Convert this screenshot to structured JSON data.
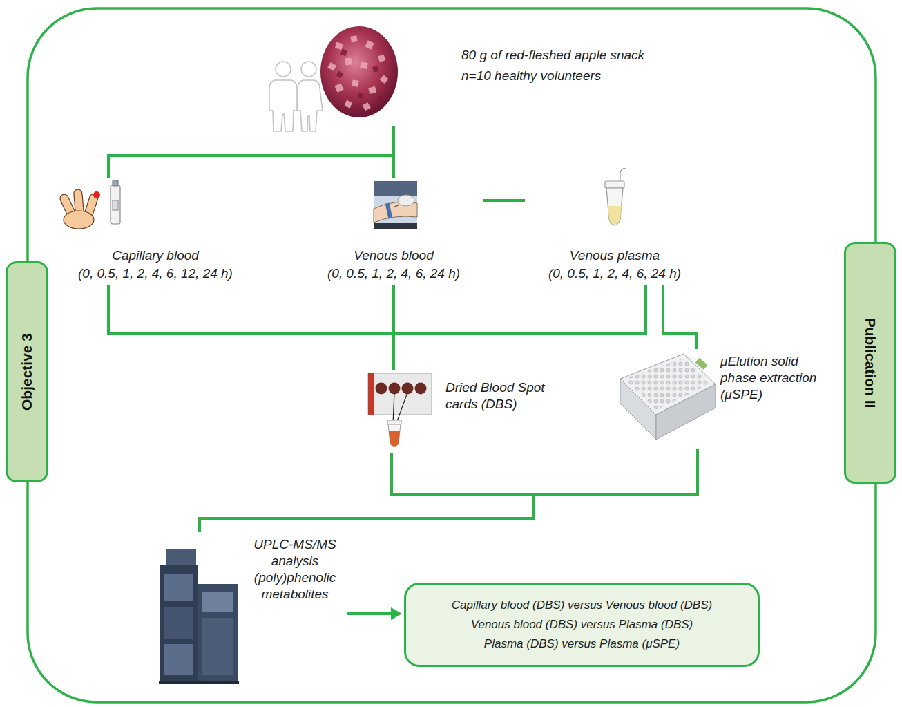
{
  "diagram": {
    "nodes": [
      {
        "text": [
          "Objective 3"
        ]
      },
      {
        "text": [
          "Publication II"
        ]
      },
      {
        "text": [
          "80 g of red-fleshed apple snack",
          "n=10 healthy volunteers"
        ]
      },
      {
        "text": [
          "Capillary blood",
          "(0, 0.5, 1, 2, 4, 6, 12, 24 h)"
        ]
      },
      {
        "text": [
          "Venous blood",
          "(0, 0.5, 1, 2, 4, 6, 24 h)"
        ]
      },
      {
        "text": [
          "Venous plasma",
          "(0, 0.5, 1, 2, 4, 6, 24 h)"
        ]
      },
      {
        "text": [
          "Dried Blood Spot cards (DBS)"
        ]
      },
      {
        "text": [
          "μElution solid phase extraction (μSPE)"
        ]
      },
      {
        "text": [
          "UPLC-MS/MS analysis (poly)phenolic metabolites"
        ]
      },
      {
        "text": [
          "Capillary blood (DBS) versus Venous blood (DBS)",
          "Venous blood (DBS) versus Plasma (DBS)",
          "Plasma (DBS) versus Plasma (μSPE)"
        ]
      }
    ],
    "edges": [
      {
        "from": 2,
        "to": 3,
        "arrow": "none"
      },
      {
        "from": 2,
        "to": 4,
        "arrow": "none"
      },
      {
        "from": 4,
        "to": 5,
        "arrow": "none"
      },
      {
        "from": 3,
        "to": 6,
        "arrow": "none"
      },
      {
        "from": 4,
        "to": 6,
        "arrow": "none"
      },
      {
        "from": 5,
        "to": 6,
        "arrow": "none"
      },
      {
        "from": 5,
        "to": 7,
        "arrow": "none"
      },
      {
        "from": 6,
        "to": 8,
        "arrow": "none"
      },
      {
        "from": 7,
        "to": 8,
        "arrow": "none"
      },
      {
        "from": 8,
        "to": 9,
        "arrow": "to"
      }
    ]
  }
}
